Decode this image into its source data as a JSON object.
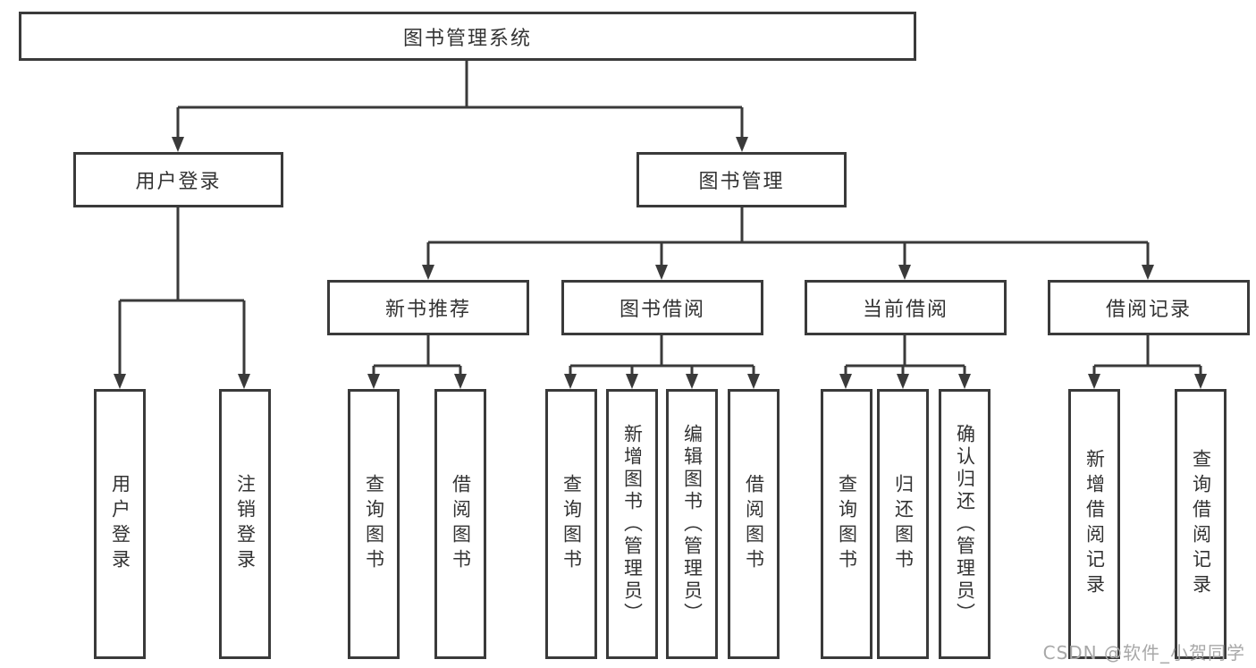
{
  "colors": {
    "line": "#3a3a3a",
    "box_border": "#3a3a3a",
    "text": "#333333",
    "watermark": "#a8a8a8",
    "background": "#ffffff"
  },
  "nodes": {
    "root": "图书管理系统",
    "level2": [
      "用户登录",
      "图书管理"
    ],
    "level3": [
      "新书推荐",
      "图书借阅",
      "当前借阅",
      "借阅记录"
    ],
    "leaves": [
      "用户登录",
      "注销登录",
      "查询图书",
      "借阅图书",
      "查询图书",
      "新增图书（管理员）",
      "编辑图书（管理员）",
      "借阅图书",
      "查询图书",
      "归还图书",
      "确认归还（管理员）",
      "新增借阅记录",
      "查询借阅记录"
    ]
  },
  "hierarchy": {
    "图书管理系统": [
      "用户登录",
      "图书管理"
    ],
    "用户登录": [
      "用户登录",
      "注销登录"
    ],
    "图书管理": [
      "新书推荐",
      "图书借阅",
      "当前借阅",
      "借阅记录"
    ],
    "新书推荐": [
      "查询图书",
      "借阅图书"
    ],
    "图书借阅": [
      "查询图书",
      "新增图书（管理员）",
      "编辑图书（管理员）",
      "借阅图书"
    ],
    "当前借阅": [
      "查询图书",
      "归还图书",
      "确认归还（管理员）"
    ],
    "借阅记录": [
      "新增借阅记录",
      "查询借阅记录"
    ]
  },
  "watermark": "CSDN @软件_小贺同学"
}
